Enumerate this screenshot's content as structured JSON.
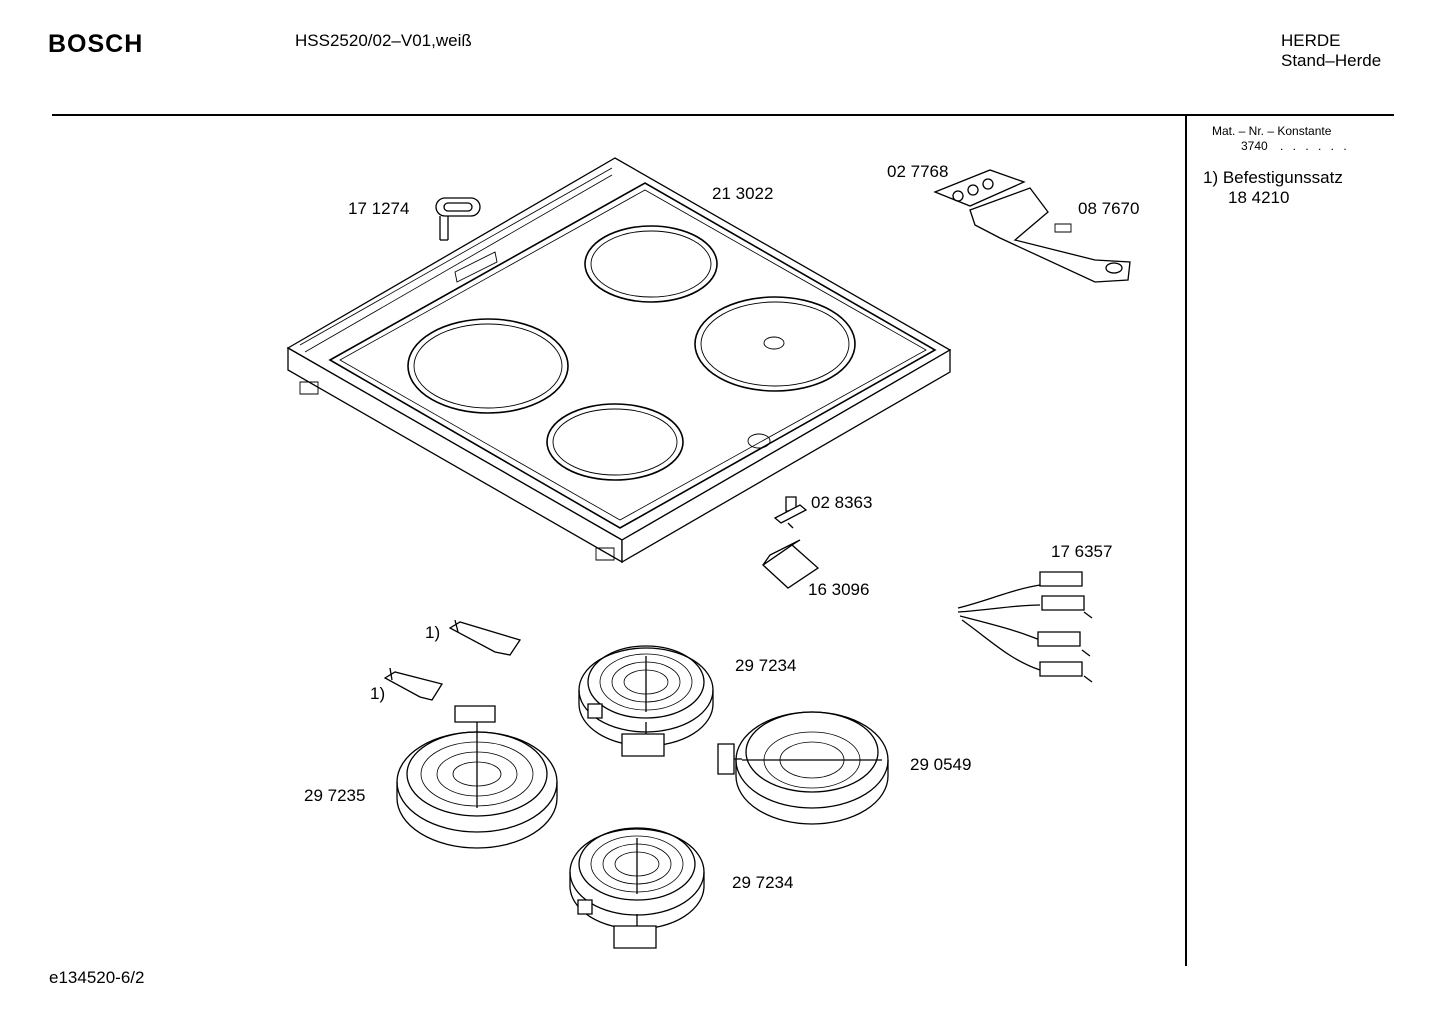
{
  "header": {
    "brand": "BOSCH",
    "model": "HSS2520/02–V01,weiß",
    "category_line1": "HERDE",
    "category_line2": "Stand–Herde"
  },
  "side_panel": {
    "mat_label": "Mat. – Nr. – Konstante",
    "mat_number": "3740",
    "mat_dots": ". .  . . . .",
    "note_line1": "1)  Befestigunssatz",
    "note_line2": "18 4210"
  },
  "footer": {
    "doc_id": "e134520-6/2"
  },
  "parts": [
    {
      "id": "part-171274",
      "label": "17 1274"
    },
    {
      "id": "part-213022",
      "label": "21 3022"
    },
    {
      "id": "part-027768",
      "label": "02 7768"
    },
    {
      "id": "part-087670",
      "label": "08 7670"
    },
    {
      "id": "part-028363",
      "label": "02 8363"
    },
    {
      "id": "part-163096",
      "label": "16 3096"
    },
    {
      "id": "part-176357",
      "label": "17 6357"
    },
    {
      "id": "part-297234-top",
      "label": "29 7234"
    },
    {
      "id": "part-290549",
      "label": "29 0549"
    },
    {
      "id": "part-297235",
      "label": "29 7235"
    },
    {
      "id": "part-297234-bottom",
      "label": "29 7234"
    },
    {
      "id": "part-note-1a",
      "label": "1)"
    },
    {
      "id": "part-note-1b",
      "label": "1)"
    }
  ]
}
